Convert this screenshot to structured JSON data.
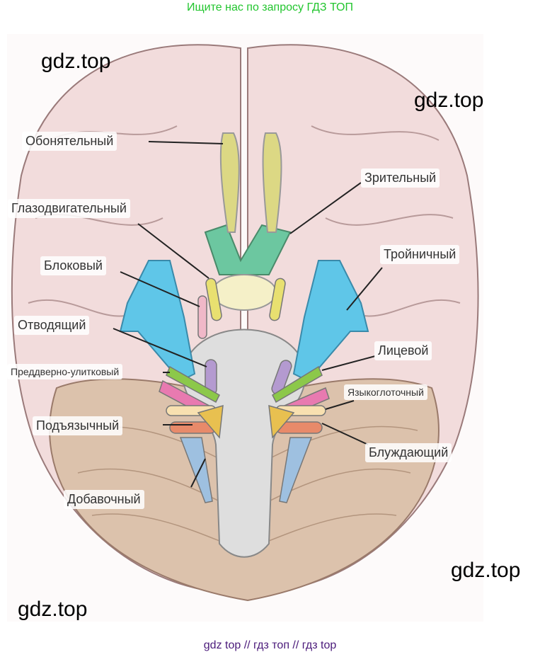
{
  "header_text": "Ищите нас по запросу ГДЗ ТОП",
  "footer_text": "gdz top  //  гдз топ  //  гдз top",
  "watermark": "gdz.top",
  "labels": {
    "olfactory": "Обонятельный",
    "optic": "Зрительный",
    "oculomotor": "Глазодвигательный",
    "trigeminal": "Тройничный",
    "trochlear": "Блоковый",
    "abducens": "Отводящий",
    "facial": "Лицевой",
    "vestibulocochlear": "Преддверно-улитковый",
    "glossopharyngeal": "Языкоглоточный",
    "hypoglossal": "Подъязычный",
    "vagus": "Блуждающий",
    "accessory": "Добавочный"
  }
}
